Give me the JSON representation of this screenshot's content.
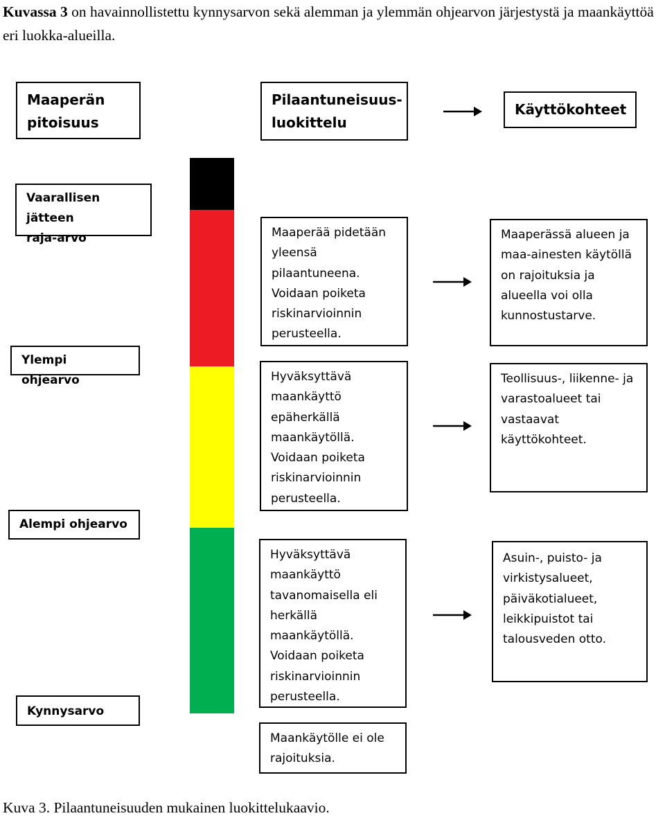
{
  "caption_top": {
    "bold": "Kuvassa 3",
    "rest": " on havainnollistettu kynnysarvon sekä alemman ja ylemmän ohjearvon järjestystä ja maankäyttöä eri luokka-alueilla."
  },
  "headers": {
    "left": "Maaperän\npitoisuus",
    "middle": "Pilaantuneisuus-\nluokittelu",
    "right": "Käyttökohteet"
  },
  "levels": {
    "hazardous_waste": "Vaarallisen jätteen\nraja-arvo",
    "upper_guideline": "Ylempi ohjearvo",
    "lower_guideline": "Alempi ohjearvo",
    "threshold": "Kynnysarvo"
  },
  "bar_colors": {
    "black": "#000000",
    "red": "#ed1c24",
    "yellow": "#ffff00",
    "green": "#00b050"
  },
  "classification": [
    "Maaperää pidetään\nyleensä\npilaantuneena.\nVoidaan poiketa\nriskinarvioinnin\nperusteella.",
    "Hyväksyttävä\nmaankäyttö\nepäherkällä\nmaankäytöllä.\nVoidaan poiketa\nriskinarvioinnin\nperusteella.",
    "Hyväksyttävä\nmaankäyttö\ntavanomaisella eli\nherkällä\nmaankäytöllä.\nVoidaan poiketa\nriskinarvioinnin\nperusteella.",
    "Maankäytölle ei ole\nrajoituksia."
  ],
  "uses": [
    "Maaperässä alueen ja\nmaa-ainesten käytöllä\non rajoituksia ja\nalueella voi olla\nkunnostustarve.",
    "Teollisuus-, liikenne- ja\nvarastoalueet tai\nvastaavat\nkäyttökohteet.",
    "Asuin-, puisto- ja\nvirkistysalueet,\npäiväkotialueet,\nleikkipuistot tai\ntalousveden otto."
  ],
  "caption_bottom": "Kuva 3. Pilaantuneisuuden mukainen luokittelukaavio."
}
